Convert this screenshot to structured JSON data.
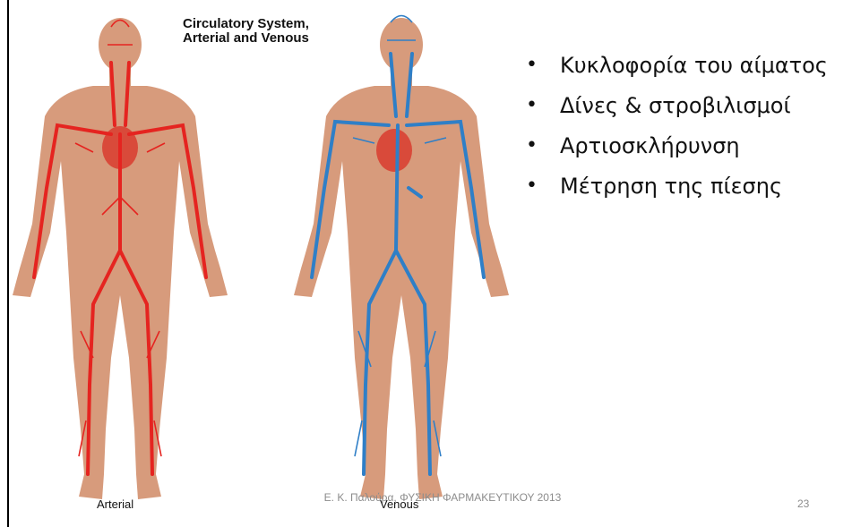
{
  "figure": {
    "title_line1": "Circulatory System,",
    "title_line2": "Arterial and Venous",
    "label_left": "Arterial",
    "label_right": "Venous",
    "colors": {
      "skin": "#d79b7c",
      "artery": "#e52420",
      "vein": "#2f7fc7",
      "heart": "#d94a3a"
    }
  },
  "bullets": [
    {
      "marker": "•",
      "text": "Κυκλοφορία του αίματος"
    },
    {
      "marker": "•",
      "text": "Δίνες & στροβιλισμοί"
    },
    {
      "marker": "•",
      "text": "Αρτιοσκλήρυνση"
    },
    {
      "marker": "•",
      "text": "Μέτρηση της πίεσης"
    }
  ],
  "footer": {
    "text": "Ε. Κ. Παλούρα, ΦΥΣΙΚΗ ΦΑΡΜΑΚΕΥΤΙΚΟΥ 2013",
    "slide_number": "23"
  }
}
